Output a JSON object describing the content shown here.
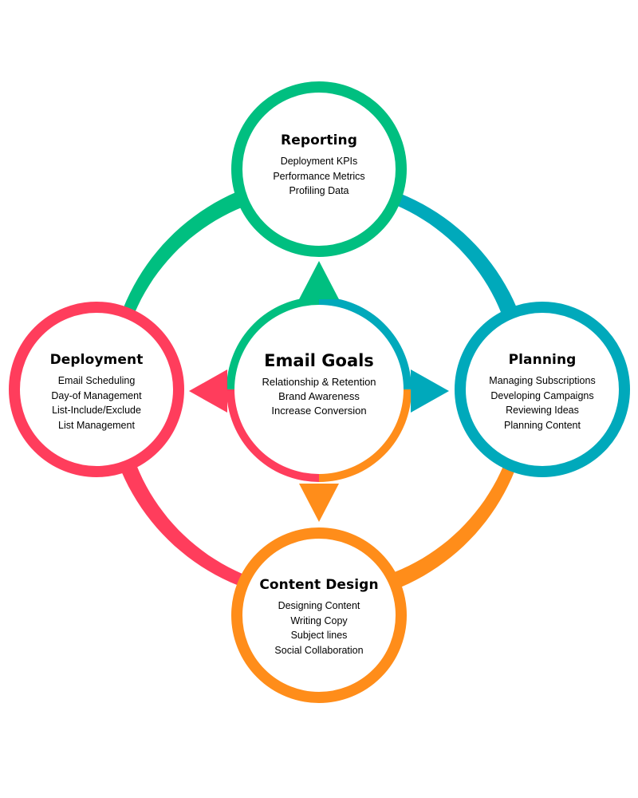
{
  "colors": {
    "reporting": "#00BF80",
    "planning": "#00A9BB",
    "content_design": "#FF8D1A",
    "deployment": "#FF3D5C",
    "text": "#000000",
    "background": "#FFFFFF"
  },
  "center": {
    "title": "Email Goals",
    "items": [
      "Relationship & Retention",
      "Brand Awareness",
      "Increase Conversion"
    ]
  },
  "nodes": {
    "reporting": {
      "title": "Reporting",
      "items": [
        "Deployment KPIs",
        "Performance Metrics",
        "Profiling Data"
      ]
    },
    "planning": {
      "title": "Planning",
      "items": [
        "Managing Subscriptions",
        "Developing Campaigns",
        "Reviewing Ideas",
        "Planning Content"
      ]
    },
    "content_design": {
      "title": "Content Design",
      "items": [
        "Designing Content",
        "Writing Copy",
        "Subject lines",
        "Social Collaboration"
      ]
    },
    "deployment": {
      "title": "Deployment",
      "items": [
        "Email Scheduling",
        "Day-of Management",
        "List-Include/Exclude",
        "List Management"
      ]
    }
  },
  "cycle_order": [
    "deployment",
    "reporting",
    "planning",
    "content_design"
  ]
}
